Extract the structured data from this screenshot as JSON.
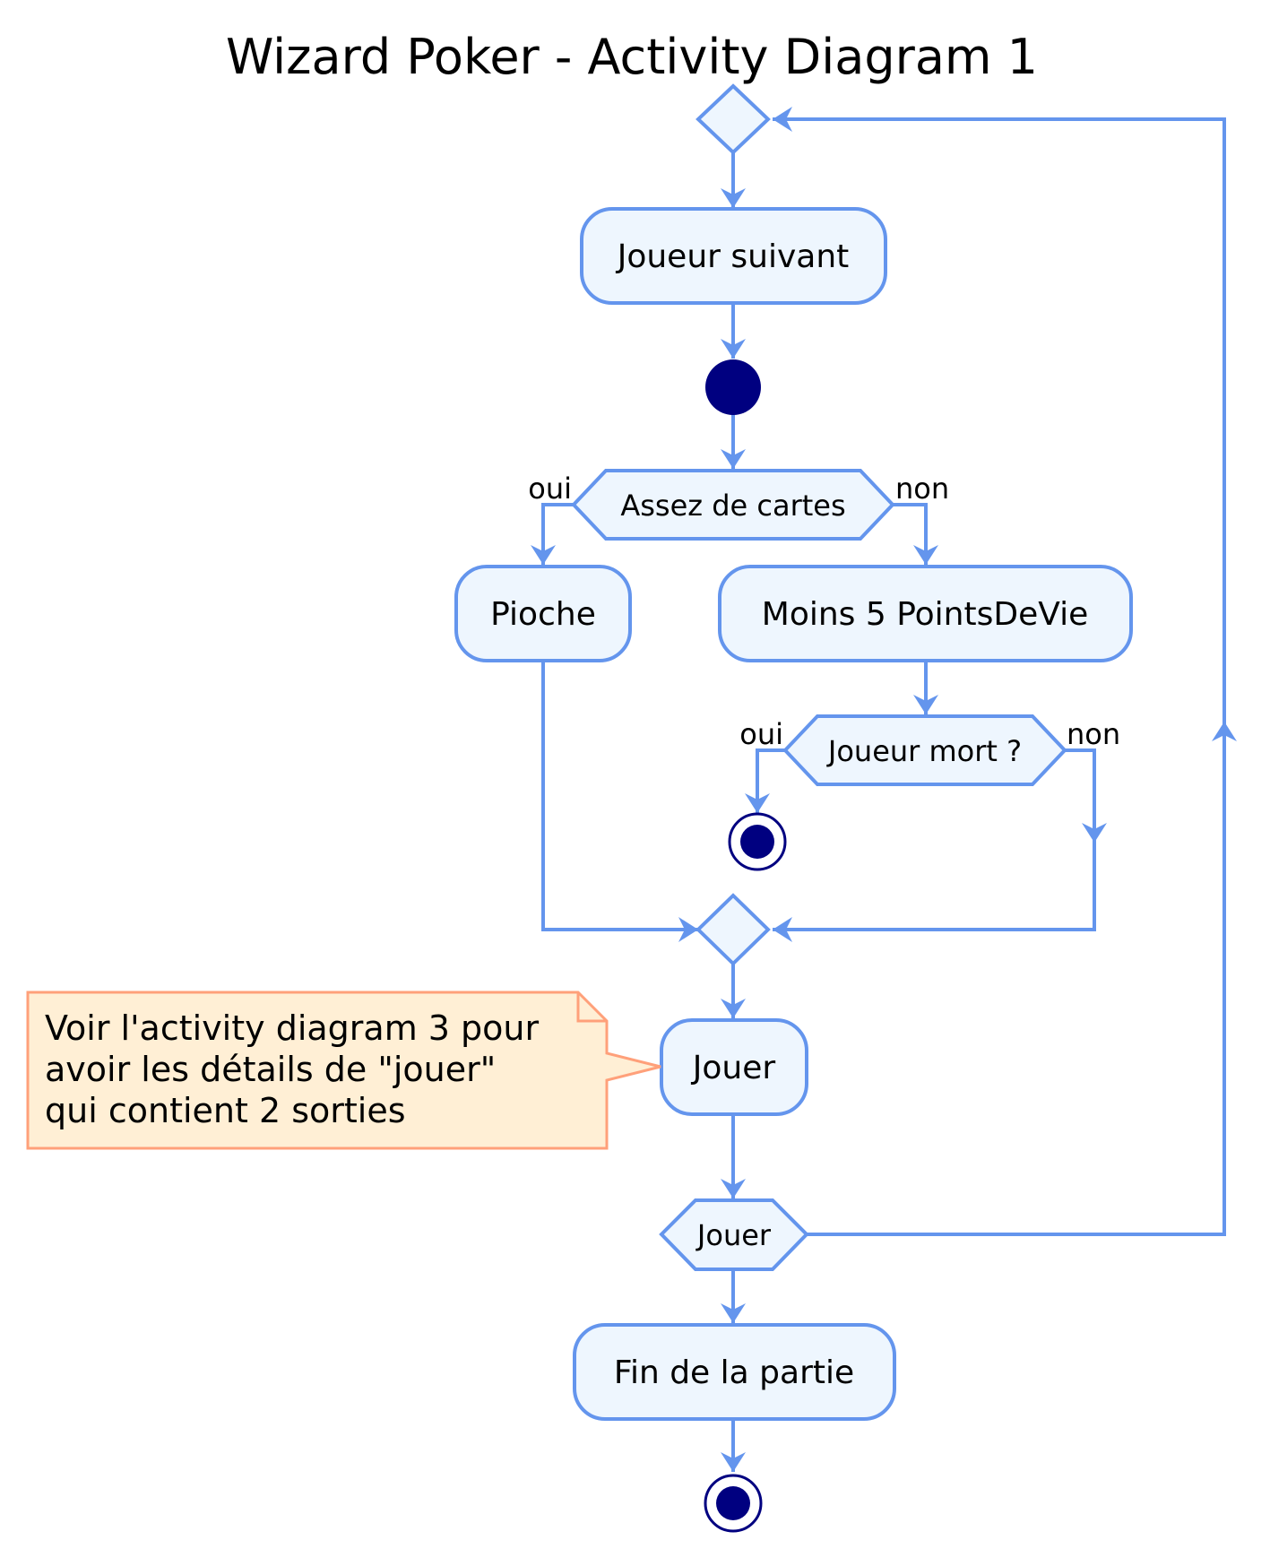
{
  "title": "Wizard Poker - Activity Diagram 1",
  "colors": {
    "line": "#6495ED",
    "node_fill": "#EEF6FE",
    "dot": "#000080",
    "note_fill": "#FFEFD5",
    "note_border": "#FFA07A"
  },
  "actions": {
    "joueur_suivant": "Joueur suivant",
    "pioche": "Pioche",
    "moins_pv": "Moins 5 PointsDeVie",
    "jouer": "Jouer",
    "fin_partie": "Fin de la partie"
  },
  "conditions": {
    "assez_cartes": "Assez de cartes",
    "joueur_mort": "Joueur mort ?",
    "jouer": "Jouer"
  },
  "branches": {
    "assez_oui": "oui",
    "assez_non": "non",
    "mort_oui": "oui",
    "mort_non": "non"
  },
  "note": {
    "lines": [
      "Voir l'activity diagram 3 pour",
      "avoir les détails de \"jouer\"",
      "qui contient 2 sorties"
    ]
  }
}
